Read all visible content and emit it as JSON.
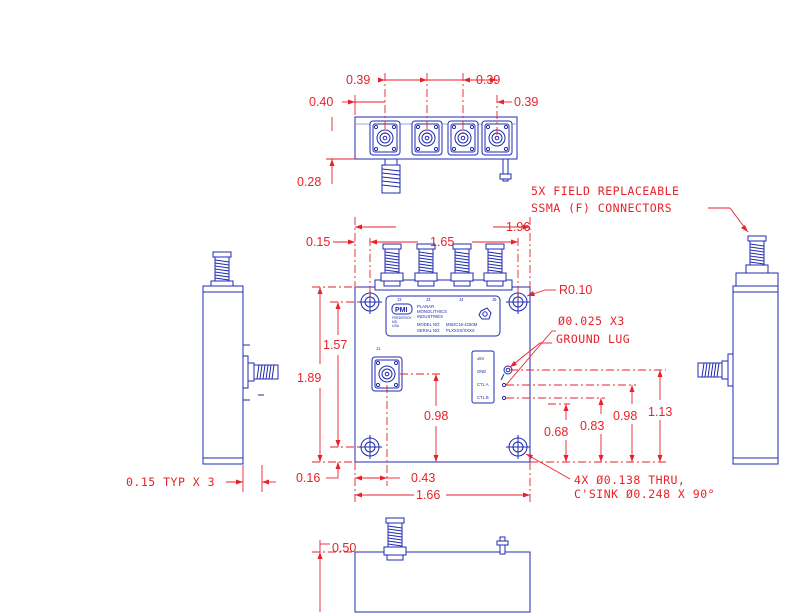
{
  "top_view": {
    "dims": {
      "d1": "0.39",
      "d2": "0.39",
      "d3": "0.40",
      "d4": "0.39",
      "d5": "0.28"
    }
  },
  "front_view": {
    "dims": {
      "width_overall": "1.96",
      "width_inner": "1.65",
      "left_offset": "0.15",
      "height_inner": "1.57",
      "height_overall": "1.89",
      "bottom_offset": "0.16",
      "conn_x": "0.43",
      "base_width": "1.66",
      "conn_y": "0.98",
      "lug_y1": "0.68",
      "lug_y2": "0.83",
      "lug_y3": "0.98",
      "lug_y4": "1.13",
      "radius": "R0.10"
    },
    "notes": {
      "connectors_line1": "5X FIELD REPLACEABLE",
      "connectors_line2": "SSMA (F) CONNECTORS",
      "pin_dia": "Ø0.025 X3",
      "ground_lug": "GROUND LUG",
      "holes_line1": "4X Ø0.138 THRU,",
      "holes_line2": "C'SINK Ø0.248 X 90°"
    },
    "label_plate": {
      "port_labels": [
        "J3",
        "J3",
        "J4",
        "J5"
      ],
      "port_j1": "J1",
      "logo": "PMI",
      "company": [
        "PLANAR",
        "MONOLITHICS",
        "INDUSTRIES"
      ],
      "address": [
        "FREDERICK",
        "MD",
        "USA"
      ],
      "model_label": "MODEL NO:",
      "model_value": "MSDC16-4150M",
      "serial_label": "SERIAL NO:",
      "serial_value": "PLXXXX/XXXX"
    },
    "pin_labels": [
      "±5V",
      "GND",
      "CTL A",
      "CTL B"
    ]
  },
  "left_view": {
    "typ_note": "0.15 TYP X 3"
  },
  "bottom_view": {
    "height": "0.50"
  }
}
